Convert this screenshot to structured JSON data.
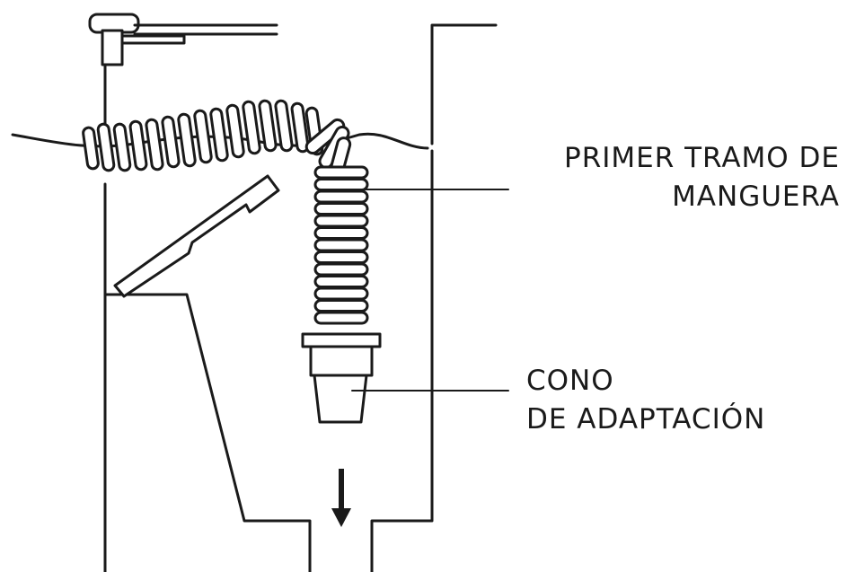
{
  "labels": {
    "hose_line1": "PRIMER TRAMO DE",
    "hose_line2": "MANGUERA",
    "cone_line1": "CONO",
    "cone_line2": "DE ADAPTACIÓN"
  },
  "colors": {
    "stroke": "#1a1a1a",
    "background": "#ffffff"
  }
}
